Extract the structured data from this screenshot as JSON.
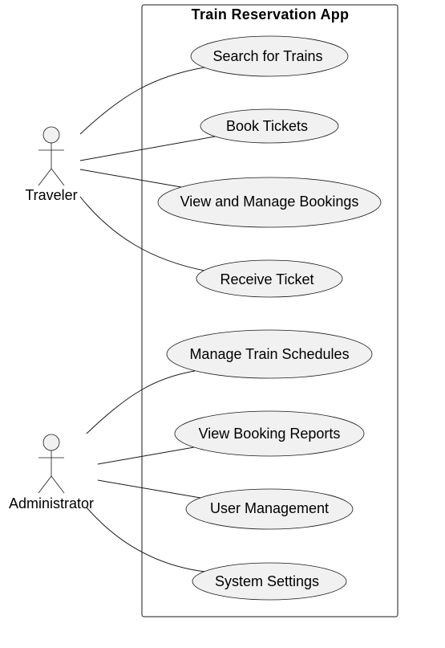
{
  "system": {
    "title": "Train Reservation App"
  },
  "actors": [
    {
      "id": "traveler",
      "name": "Traveler"
    },
    {
      "id": "administrator",
      "name": "Administrator"
    }
  ],
  "use_cases": [
    {
      "id": "uc1",
      "label": "Search for Trains",
      "actor": "traveler"
    },
    {
      "id": "uc2",
      "label": "Book Tickets",
      "actor": "traveler"
    },
    {
      "id": "uc3",
      "label": "View and Manage Bookings",
      "actor": "traveler"
    },
    {
      "id": "uc4",
      "label": "Receive Ticket",
      "actor": "traveler"
    },
    {
      "id": "uc5",
      "label": "Manage Train Schedules",
      "actor": "administrator"
    },
    {
      "id": "uc6",
      "label": "View Booking Reports",
      "actor": "administrator"
    },
    {
      "id": "uc7",
      "label": "User Management",
      "actor": "administrator"
    },
    {
      "id": "uc8",
      "label": "System Settings",
      "actor": "administrator"
    }
  ],
  "colors": {
    "usecase_fill": "#f1f1f1",
    "stroke": "#181818",
    "text": "#000000",
    "background": "#ffffff"
  }
}
